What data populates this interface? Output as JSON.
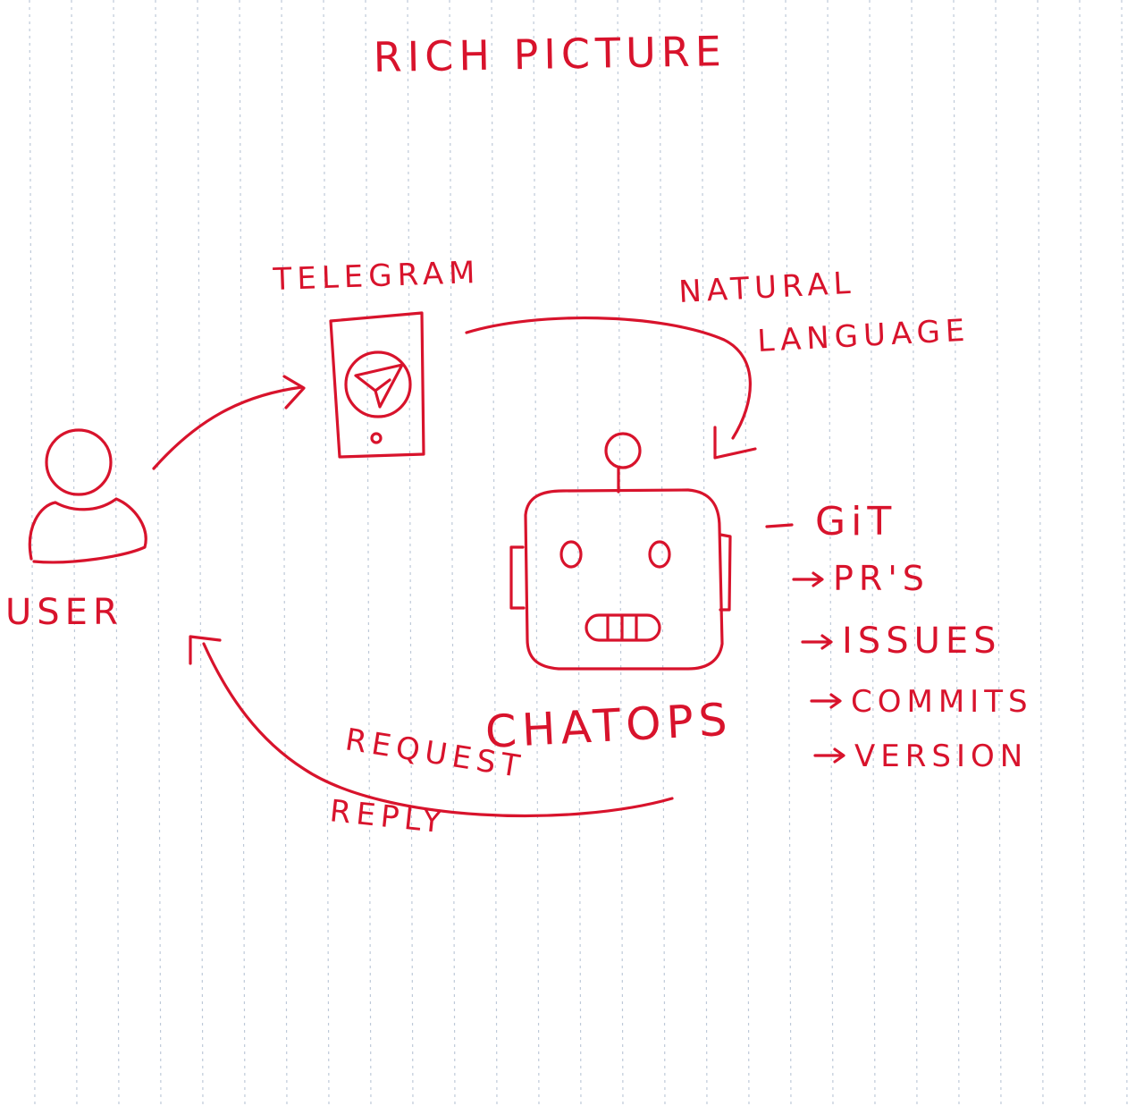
{
  "title": "RICH PICTURE",
  "nodes": {
    "user": {
      "label": "USER",
      "icon": "user-icon"
    },
    "telegram": {
      "label": "TELEGRAM",
      "icon": "phone-telegram-icon"
    },
    "chatops": {
      "label": "CHATOPS",
      "icon": "robot-icon"
    }
  },
  "edges": {
    "natural_language": {
      "label_line1": "NATURAL",
      "label_line2": "LANGUAGE"
    },
    "request": {
      "label": "REQUEST"
    },
    "reply": {
      "label": "REPLY"
    }
  },
  "features": {
    "header": "GiT",
    "items": [
      "PR'S",
      "ISSUES",
      "COMMITS",
      "VERSION"
    ]
  },
  "colors": {
    "ink": "#d8132c",
    "paper": "#ffffff",
    "rule": "#a9b8cc"
  }
}
